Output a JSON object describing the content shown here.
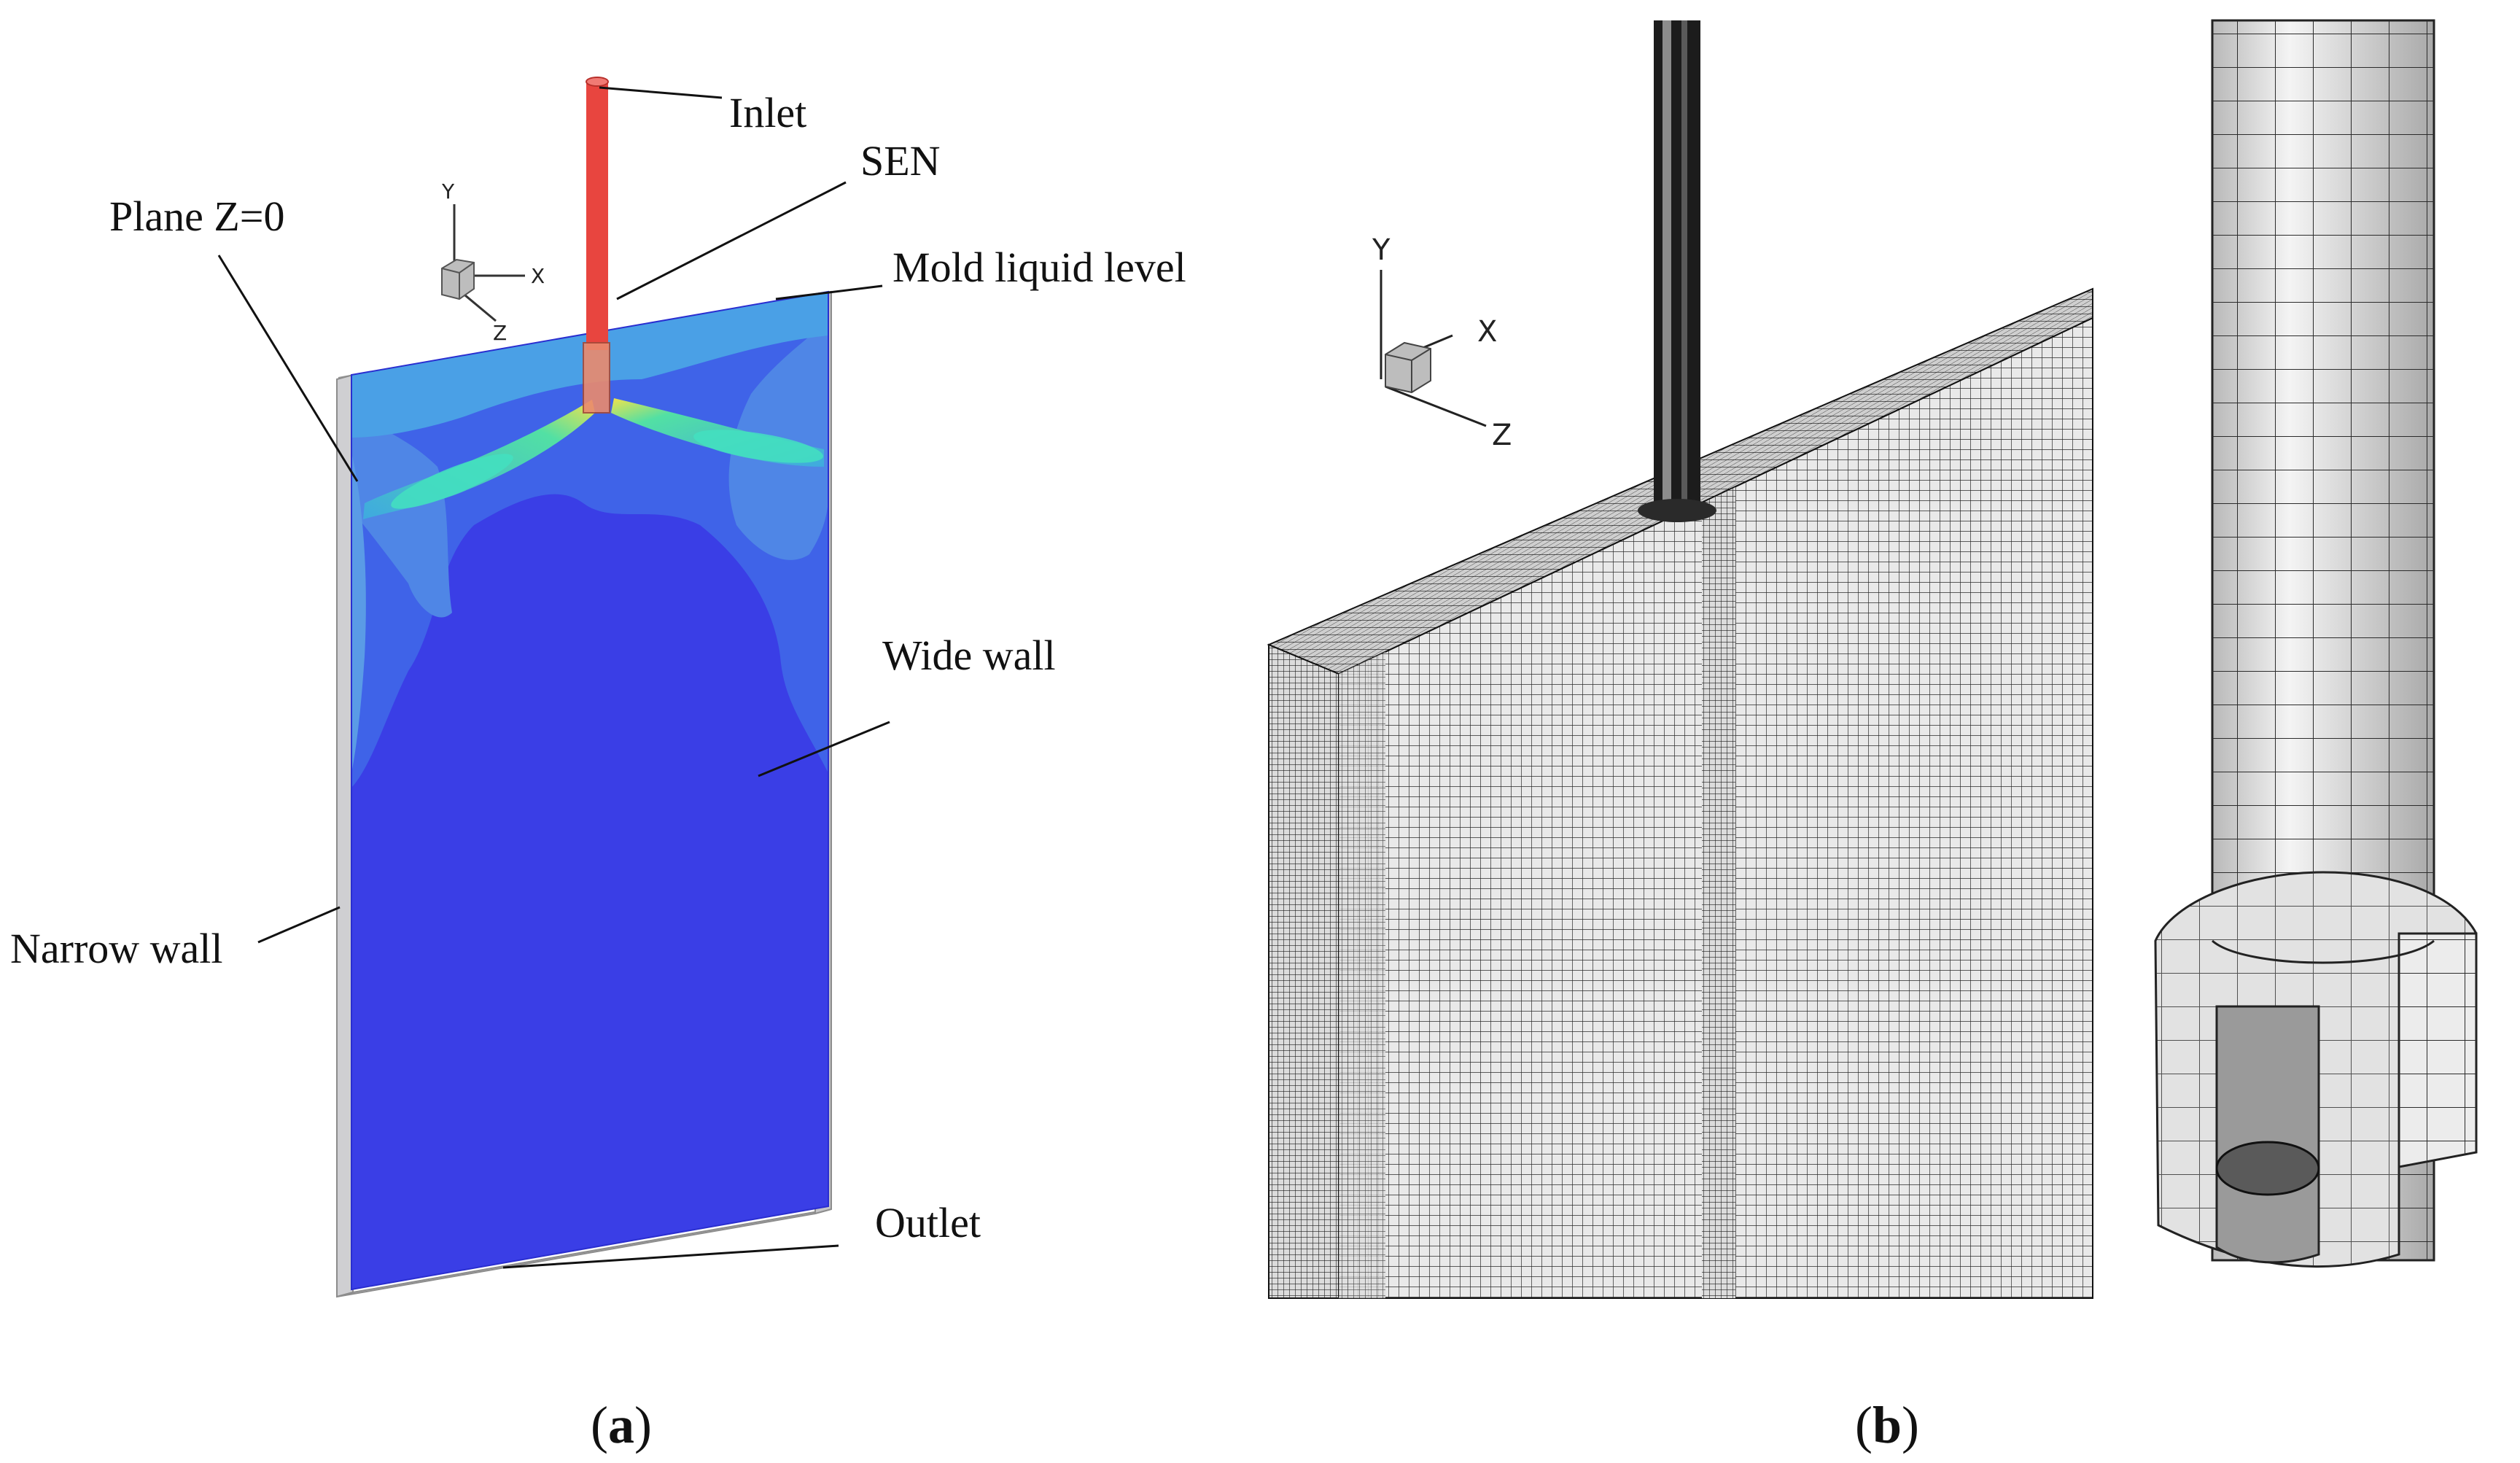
{
  "panel_a": {
    "labels": {
      "inlet": "Inlet",
      "sen": "SEN",
      "plane": "Plane Z=0",
      "mold_liquid_level": "Mold liquid level",
      "wide_wall": "Wide wall",
      "narrow_wall": "Narrow wall",
      "outlet": "Outlet"
    },
    "axes": {
      "x": "X",
      "y": "Y",
      "z": "Z"
    },
    "caption": {
      "open": "(",
      "letter": "a",
      "close": ")"
    }
  },
  "panel_b": {
    "axes": {
      "x": "X",
      "y": "Y",
      "z": "Z"
    },
    "caption": {
      "open": "(",
      "letter": "b",
      "close": ")"
    }
  },
  "colors": {
    "flow_base": "#3a3ee6",
    "flow_mid": "#3f6fe6",
    "flow_jet": "#36d3b5",
    "nozzle": "#e8453f",
    "wall": "#c9c9cb",
    "mesh_face": "#e3e3e3",
    "mesh_line": "#1a1a1a"
  }
}
